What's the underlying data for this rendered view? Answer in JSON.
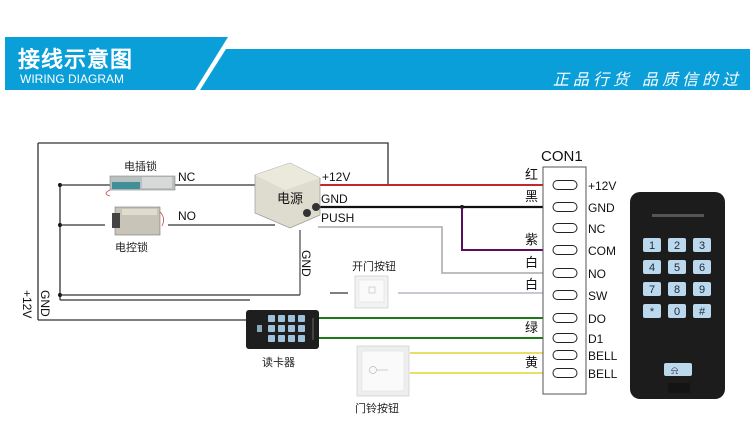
{
  "header": {
    "title": "接线示意图",
    "subtitle": "WIRING DIAGRAM",
    "slogan": "正品行货 品质信的过",
    "accent_color": "#0b9fd9"
  },
  "connector": {
    "name": "CON1",
    "pins": [
      {
        "label": "+12V",
        "wire_color_name": "红",
        "wire_color": "#c1272d"
      },
      {
        "label": "GND",
        "wire_color_name": "黑",
        "wire_color": "#111111"
      },
      {
        "label": "NC",
        "wire_color_name": "",
        "wire_color": ""
      },
      {
        "label": "COM",
        "wire_color_name": "紫",
        "wire_color": "#5a0f5e"
      },
      {
        "label": "NO",
        "wire_color_name": "白",
        "wire_color": "#b0b0b0"
      },
      {
        "label": "SW",
        "wire_color_name": "白",
        "wire_color": "#c0c0d0"
      },
      {
        "label": "DO",
        "wire_color_name": "",
        "wire_color": "#1a7a1a"
      },
      {
        "label": "D1",
        "wire_color_name": "绿",
        "wire_color": "#1a7a1a"
      },
      {
        "label": "BELL",
        "wire_color_name": "",
        "wire_color": "#e8e060"
      },
      {
        "label": "BELL",
        "wire_color_name": "黄",
        "wire_color": "#e8e060"
      }
    ]
  },
  "components": {
    "bolt_lock": "电插锁",
    "magnetic_lock": "电控锁",
    "power_supply": "电源",
    "exit_button": "开门按钮",
    "card_reader": "读卡器",
    "doorbell_button": "门铃按钮"
  },
  "wire_labels": {
    "nc": "NC",
    "no": "NO",
    "plus12v": "+12V",
    "gnd": "GND",
    "push": "PUSH",
    "gnd_vertical": "GND",
    "left_gnd": "GND",
    "left_12v": "+12V"
  },
  "keypad": {
    "keys": [
      "1",
      "2",
      "3",
      "4",
      "5",
      "6",
      "7",
      "8",
      "9",
      "*",
      "0",
      "#"
    ],
    "bell_icon": "bell-icon"
  }
}
